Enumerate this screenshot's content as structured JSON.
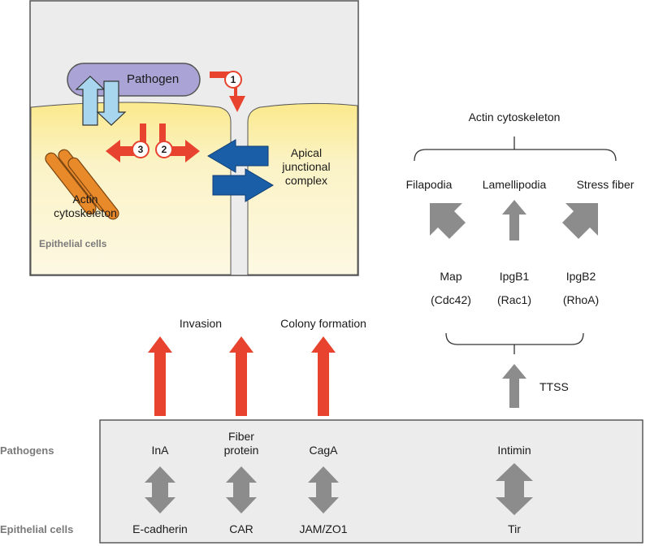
{
  "inset": {
    "pathogen": "Pathogen",
    "step1": "1",
    "step2": "2",
    "step3": "3",
    "actin_line1": "Actin",
    "actin_line2": "cytoskeleton",
    "ajc_line1": "Apical",
    "ajc_line2": "junctional",
    "ajc_line3": "complex",
    "epithelial": "Epithelial cells"
  },
  "actin_tree": {
    "title": "Actin cytoskeleton",
    "outputs": [
      "Filapodia",
      "Lamellipodia",
      "Stress fiber"
    ],
    "effectors": [
      "Map",
      "IpgB1",
      "IpgB2"
    ],
    "gtpases": [
      "(Cdc42)",
      "(Rac1)",
      "(RhoA)"
    ],
    "ttss": "TTSS"
  },
  "outcomes": {
    "invasion": "Invasion",
    "colony": "Colony formation"
  },
  "table": {
    "row_pathogens": "Pathogens",
    "row_epithelial": "Epithelial cells",
    "pathogen_ligands": [
      "InA",
      "Fiber",
      "protein",
      "CagA",
      "Intimin"
    ],
    "epithelial_receptors": [
      "E-cadherin",
      "CAR",
      "JAM/ZO1",
      "Tir"
    ]
  },
  "colors": {
    "red_arrow": "#e8432e",
    "gray_arrow": "#8c8c8c",
    "blue_arrow": "#1a5ea8",
    "light_blue": "#a9d6ef",
    "pathogen_fill": "#a9a3d6",
    "cell_fill": "#fbf0b3",
    "actin": "#e8892a",
    "panel_bg": "#ececec"
  }
}
